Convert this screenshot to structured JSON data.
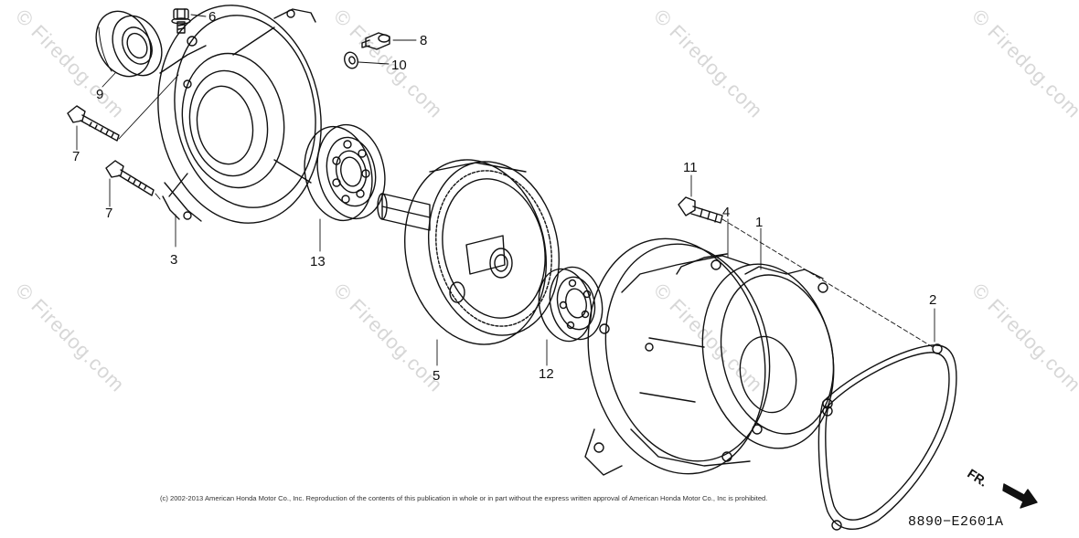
{
  "watermark": {
    "text": "© Firedog.com"
  },
  "callouts": {
    "c1": "1",
    "c2": "2",
    "c3": "3",
    "c4": "4",
    "c5": "5",
    "c6": "6",
    "c7a": "7",
    "c7b": "7",
    "c8": "8",
    "c9": "9",
    "c10": "10",
    "c11": "11",
    "c12": "12",
    "c13": "13"
  },
  "copyright": "(c) 2002-2013 American Honda Motor Co., Inc. Reproduction of the contents of this publication in whole or in part without the express written approval of American Honda Motor Co., Inc is prohibited.",
  "direction_label": "FR.",
  "diagram_code": "8890−E2601A",
  "colors": {
    "line": "#111111",
    "watermark": "#d7d7d7"
  }
}
